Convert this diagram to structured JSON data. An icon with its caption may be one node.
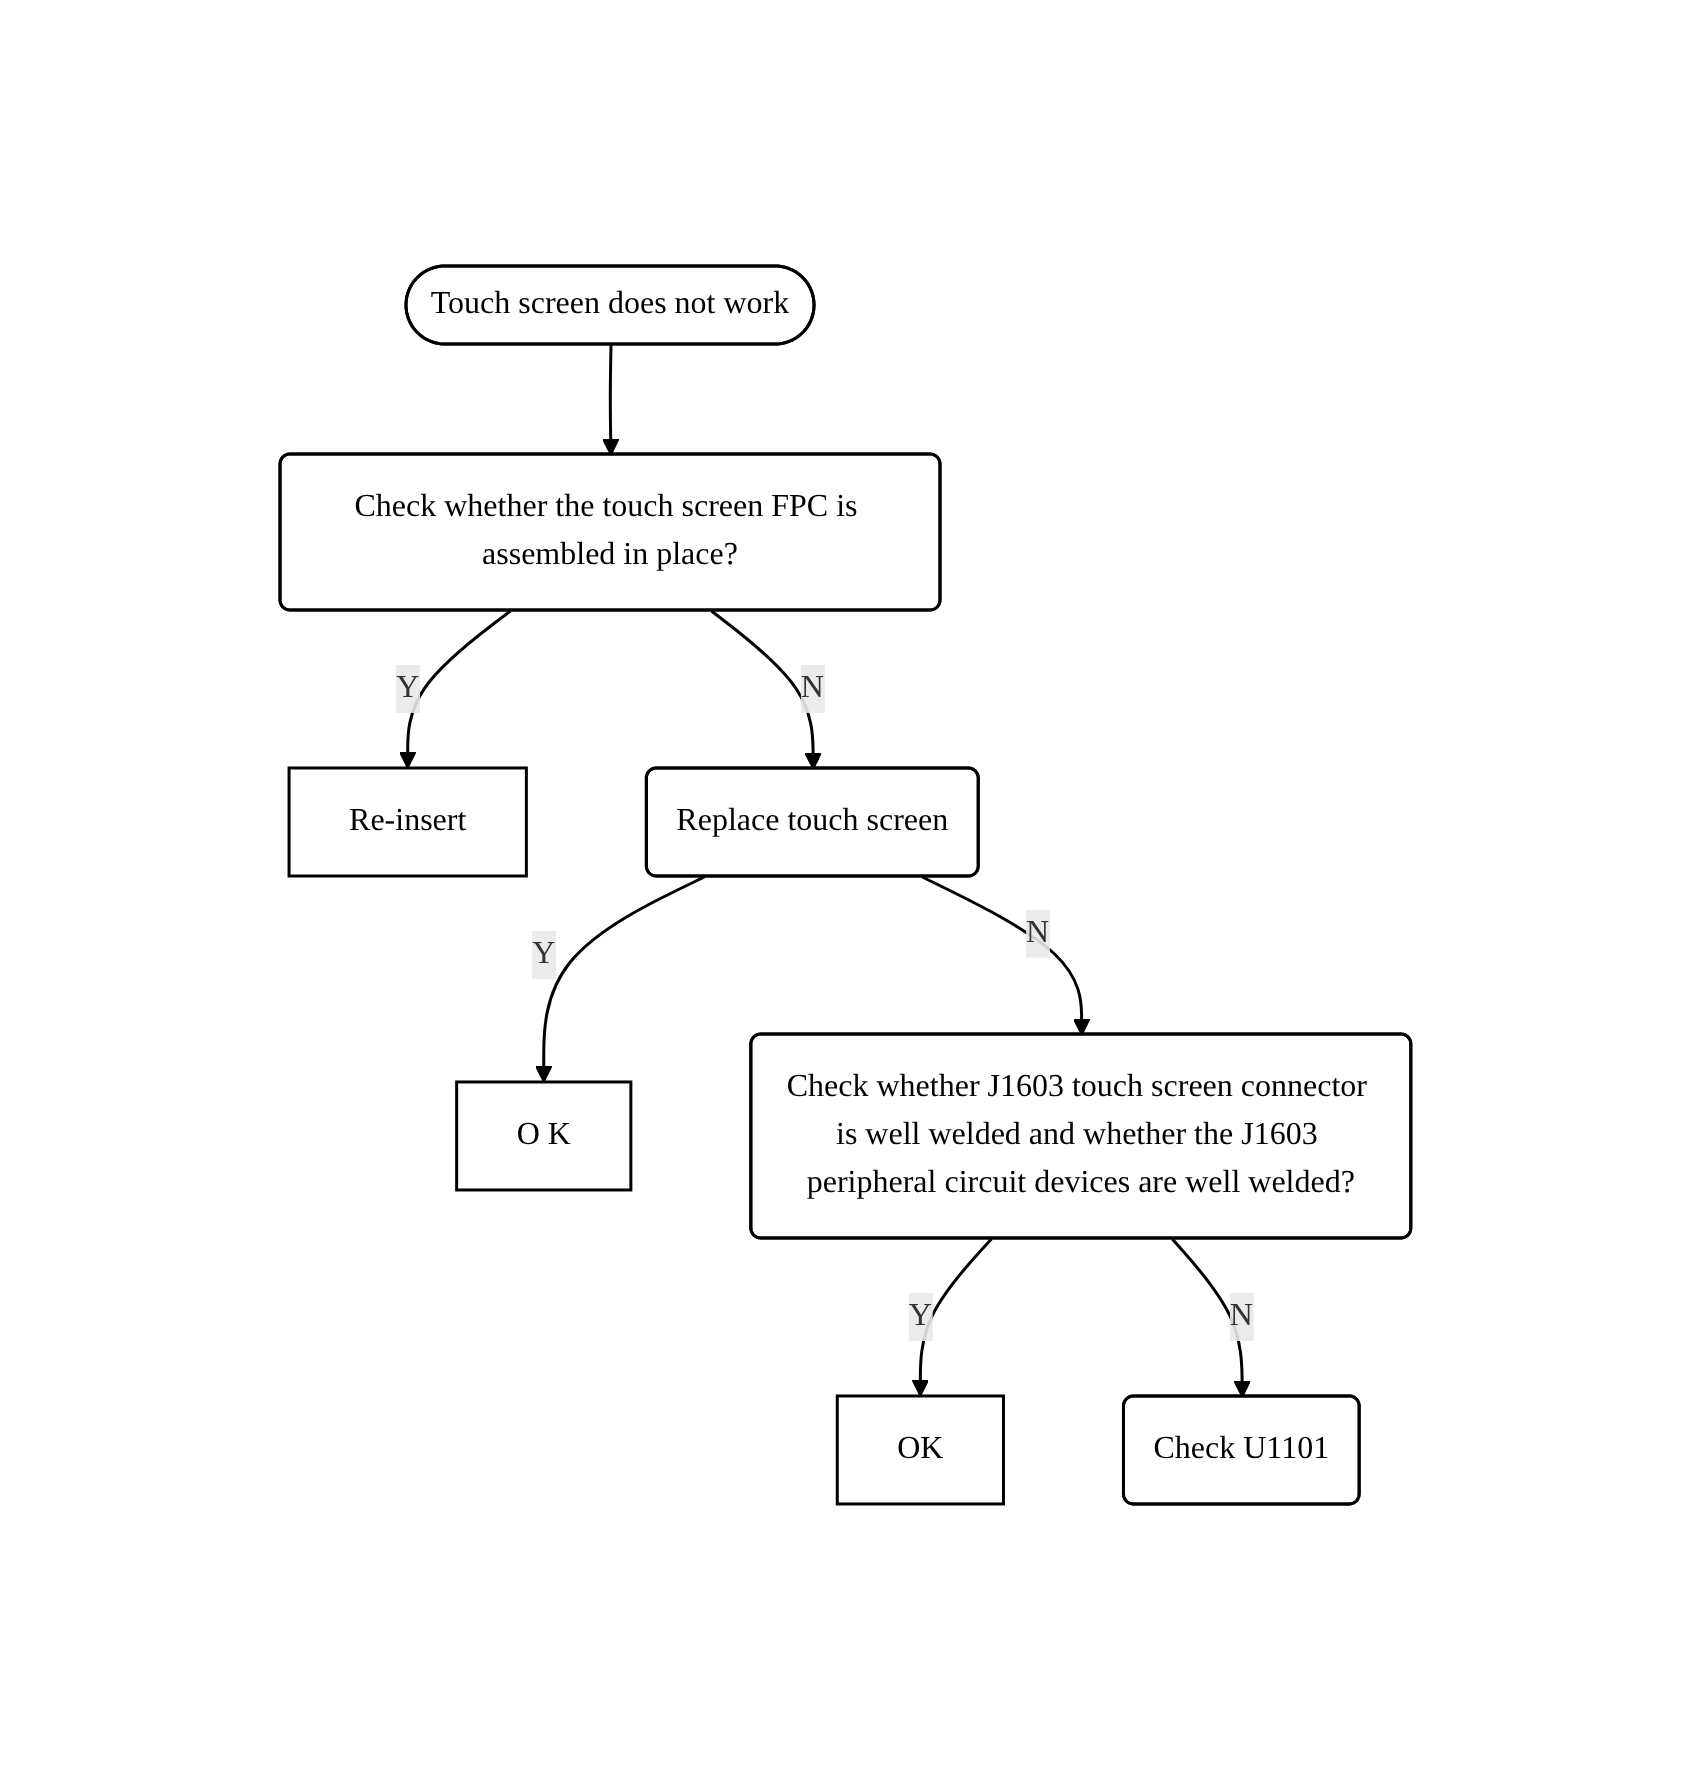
{
  "diagram": {
    "nodes": [
      {
        "text": [
          "Touch screen does not work"
        ]
      },
      {
        "text": [
          "Check whether the touch screen FPC is assembled in place?"
        ]
      },
      {
        "text": [
          "Re-insert"
        ]
      },
      {
        "text": [
          "Replace touch screen"
        ]
      },
      {
        "text": [
          "O K"
        ]
      },
      {
        "text": [
          "Check whether J1603 touch screen connector is well welded and whether the J1603 peripheral circuit devices are well welded?"
        ]
      },
      {
        "text": [
          "OK"
        ]
      },
      {
        "text": [
          "Check U1101"
        ]
      }
    ],
    "edges": [
      {
        "from": 0,
        "to": 1,
        "arrow": "to"
      },
      {
        "from": 1,
        "to": 2,
        "arrow": "to",
        "label": "Y"
      },
      {
        "from": 1,
        "to": 3,
        "arrow": "to",
        "label": "N"
      },
      {
        "from": 3,
        "to": 4,
        "arrow": "to",
        "label": "Y"
      },
      {
        "from": 3,
        "to": 5,
        "arrow": "to",
        "label": "N"
      },
      {
        "from": 5,
        "to": 6,
        "arrow": "to",
        "label": "Y"
      },
      {
        "from": 5,
        "to": 7,
        "arrow": "to",
        "label": "N"
      }
    ]
  }
}
